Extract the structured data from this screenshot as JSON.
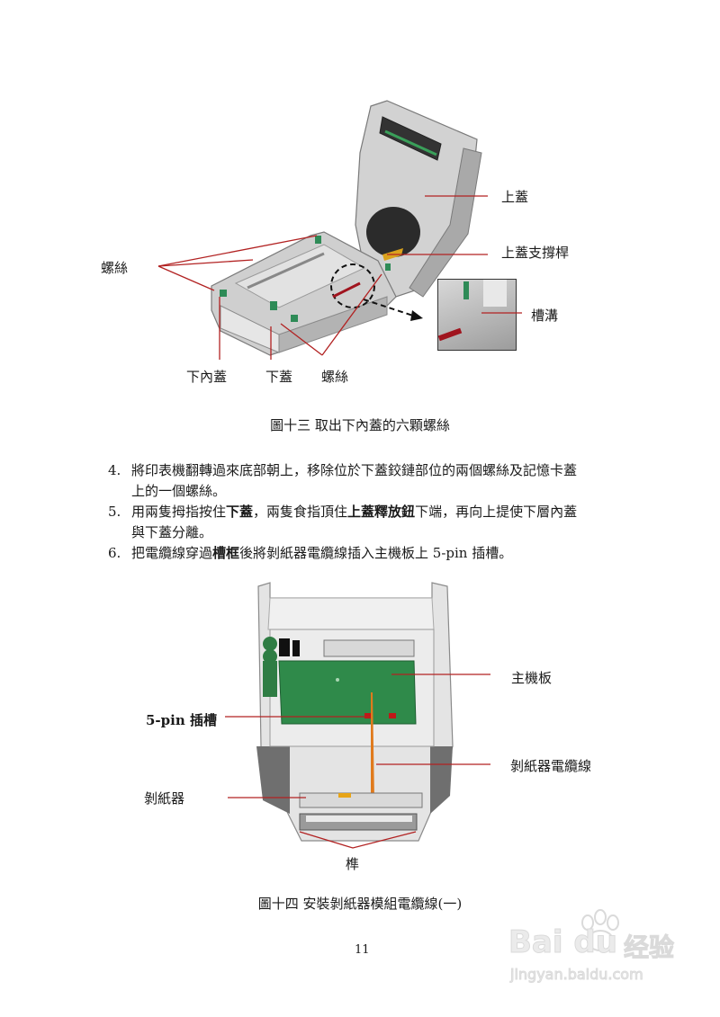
{
  "figure13": {
    "labels": {
      "upper_cover": "上蓋",
      "upper_cover_support_rod": "上蓋支撐桿",
      "groove": "槽溝",
      "screws_left": "螺絲",
      "lower_inner_cover": "下內蓋",
      "lower_cover": "下蓋",
      "screws_bottom": "螺絲"
    },
    "caption": "圖十三  取出下內蓋的六顆螺絲"
  },
  "steps": [
    {
      "number": "4.",
      "segments": [
        {
          "text": "將印表機翻轉過來底部朝上，移除位於下蓋鉸鏈部位的兩個螺絲及記憶卡蓋",
          "bold": false
        }
      ],
      "continuation": "上的一個螺絲。"
    },
    {
      "number": "5.",
      "segments": [
        {
          "text": "用兩隻拇指按住",
          "bold": false
        },
        {
          "text": "下蓋",
          "bold": true
        },
        {
          "text": "，兩隻食指頂住",
          "bold": false
        },
        {
          "text": "上蓋釋放鈕",
          "bold": true
        },
        {
          "text": "下端，再向上提使下層內蓋",
          "bold": false
        }
      ],
      "continuation": "與下蓋分離。"
    },
    {
      "number": "6.",
      "segments": [
        {
          "text": "把電纜線穿過",
          "bold": false
        },
        {
          "text": "槽框",
          "bold": true
        },
        {
          "text": "後將剝紙器電纜線插入主機板上 5-pin  插槽。",
          "bold": false
        }
      ],
      "continuation": ""
    }
  ],
  "figure14": {
    "labels": {
      "main_board": "主機板",
      "five_pin_slot": "5-pin 插槽",
      "peeler_cable": "剝紙器電纜線",
      "peeler": "剝紙器",
      "tenon": "榫"
    },
    "caption": "圖十四  安裝剝紙器模組電纜線(一)"
  },
  "page_number": "11",
  "watermark": {
    "brand": "Bai du",
    "suffix": "经验",
    "url": "jingyan.baidu.com"
  },
  "colors": {
    "leader_line": "#b22222",
    "pcb_green": "#2f8a4a",
    "printer_gray": "#c9c9c9"
  }
}
